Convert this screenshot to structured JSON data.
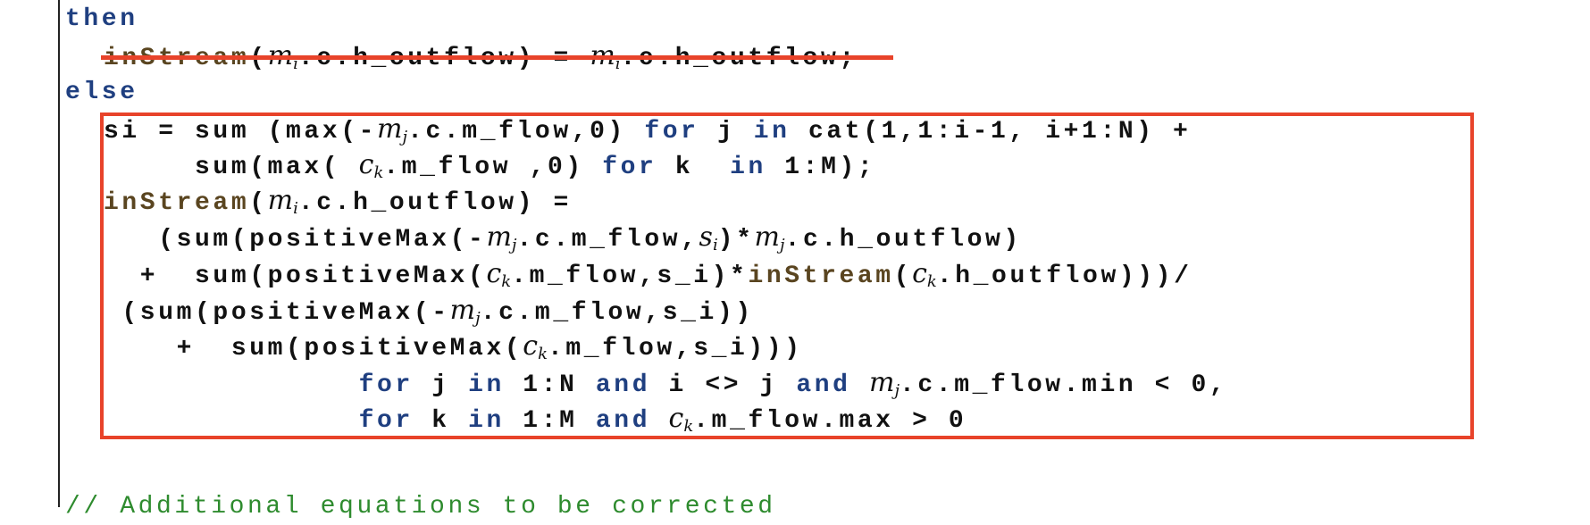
{
  "code": {
    "line_then": "then",
    "line_struck": {
      "fn": "inStream",
      "open": "(",
      "var": "m",
      "sub": "i",
      "rest": ".c.h_outflow) = ",
      "var2": "m",
      "sub2": "i",
      "rest2": ".c.h_outflow;"
    },
    "line_else": "else",
    "si_line1": {
      "a": "si = sum (max(-",
      "var": "m",
      "sub": "j",
      "b": ".c.m_flow,0) ",
      "kw1": "for",
      "c": " j ",
      "kw2": "in",
      "d": " cat(1,1:i-1, i+1:N) +"
    },
    "si_line2": {
      "a": "     sum(max( ",
      "var": "c",
      "sub": "k",
      "b": ".m_flow ,0) ",
      "kw1": "for",
      "c": " k  ",
      "kw2": "in",
      "d": " 1:M);"
    },
    "instream_line": {
      "fn": "inStream",
      "a": "(",
      "var": "m",
      "sub": "i",
      "b": ".c.h_outflow) ="
    },
    "num_line1": {
      "a": "   (sum(positiveMax(-",
      "var": "m",
      "sub": "j",
      "b": ".c.m_flow,",
      "var2": "s",
      "sub2": "i",
      "c": ")*",
      "var3": "m",
      "sub3": "j",
      "d": ".c.h_outflow)"
    },
    "num_line2": {
      "a": "  +  sum(positiveMax(",
      "var": "c",
      "sub": "k",
      "b": ".m_flow,s_i)*",
      "fn": "inStream",
      "c": "(",
      "var2": "c",
      "sub2": "k",
      "d": ".h_outflow)))/"
    },
    "den_line1": {
      "a": " (sum(positiveMax(-",
      "var": "m",
      "sub": "j",
      "b": ".c.m_flow,s_i))"
    },
    "den_line2": {
      "a": "    +  sum(positiveMax(",
      "var": "c",
      "sub": "k",
      "b": ".m_flow,s_i)))"
    },
    "for_line1": {
      "indent": "              ",
      "kw1": "for",
      "a": " j ",
      "kw2": "in",
      "b": " 1:N ",
      "kw3": "and",
      "c": " i <> j ",
      "kw4": "and",
      "d": " ",
      "var": "m",
      "sub": "j",
      "e": ".c.m_flow.min < 0,"
    },
    "for_line2": {
      "indent": "              ",
      "kw1": "for",
      "a": " k ",
      "kw2": "in",
      "b": " 1:M ",
      "kw3": "and",
      "c": " ",
      "var": "c",
      "sub": "k",
      "d": ".m_flow.max > 0"
    },
    "comment": "// Additional equations to be corrected"
  },
  "colors": {
    "keyword": "#1f3f80",
    "function": "#5a4520",
    "highlight": "#e8432a",
    "comment": "#2e8b2e"
  }
}
